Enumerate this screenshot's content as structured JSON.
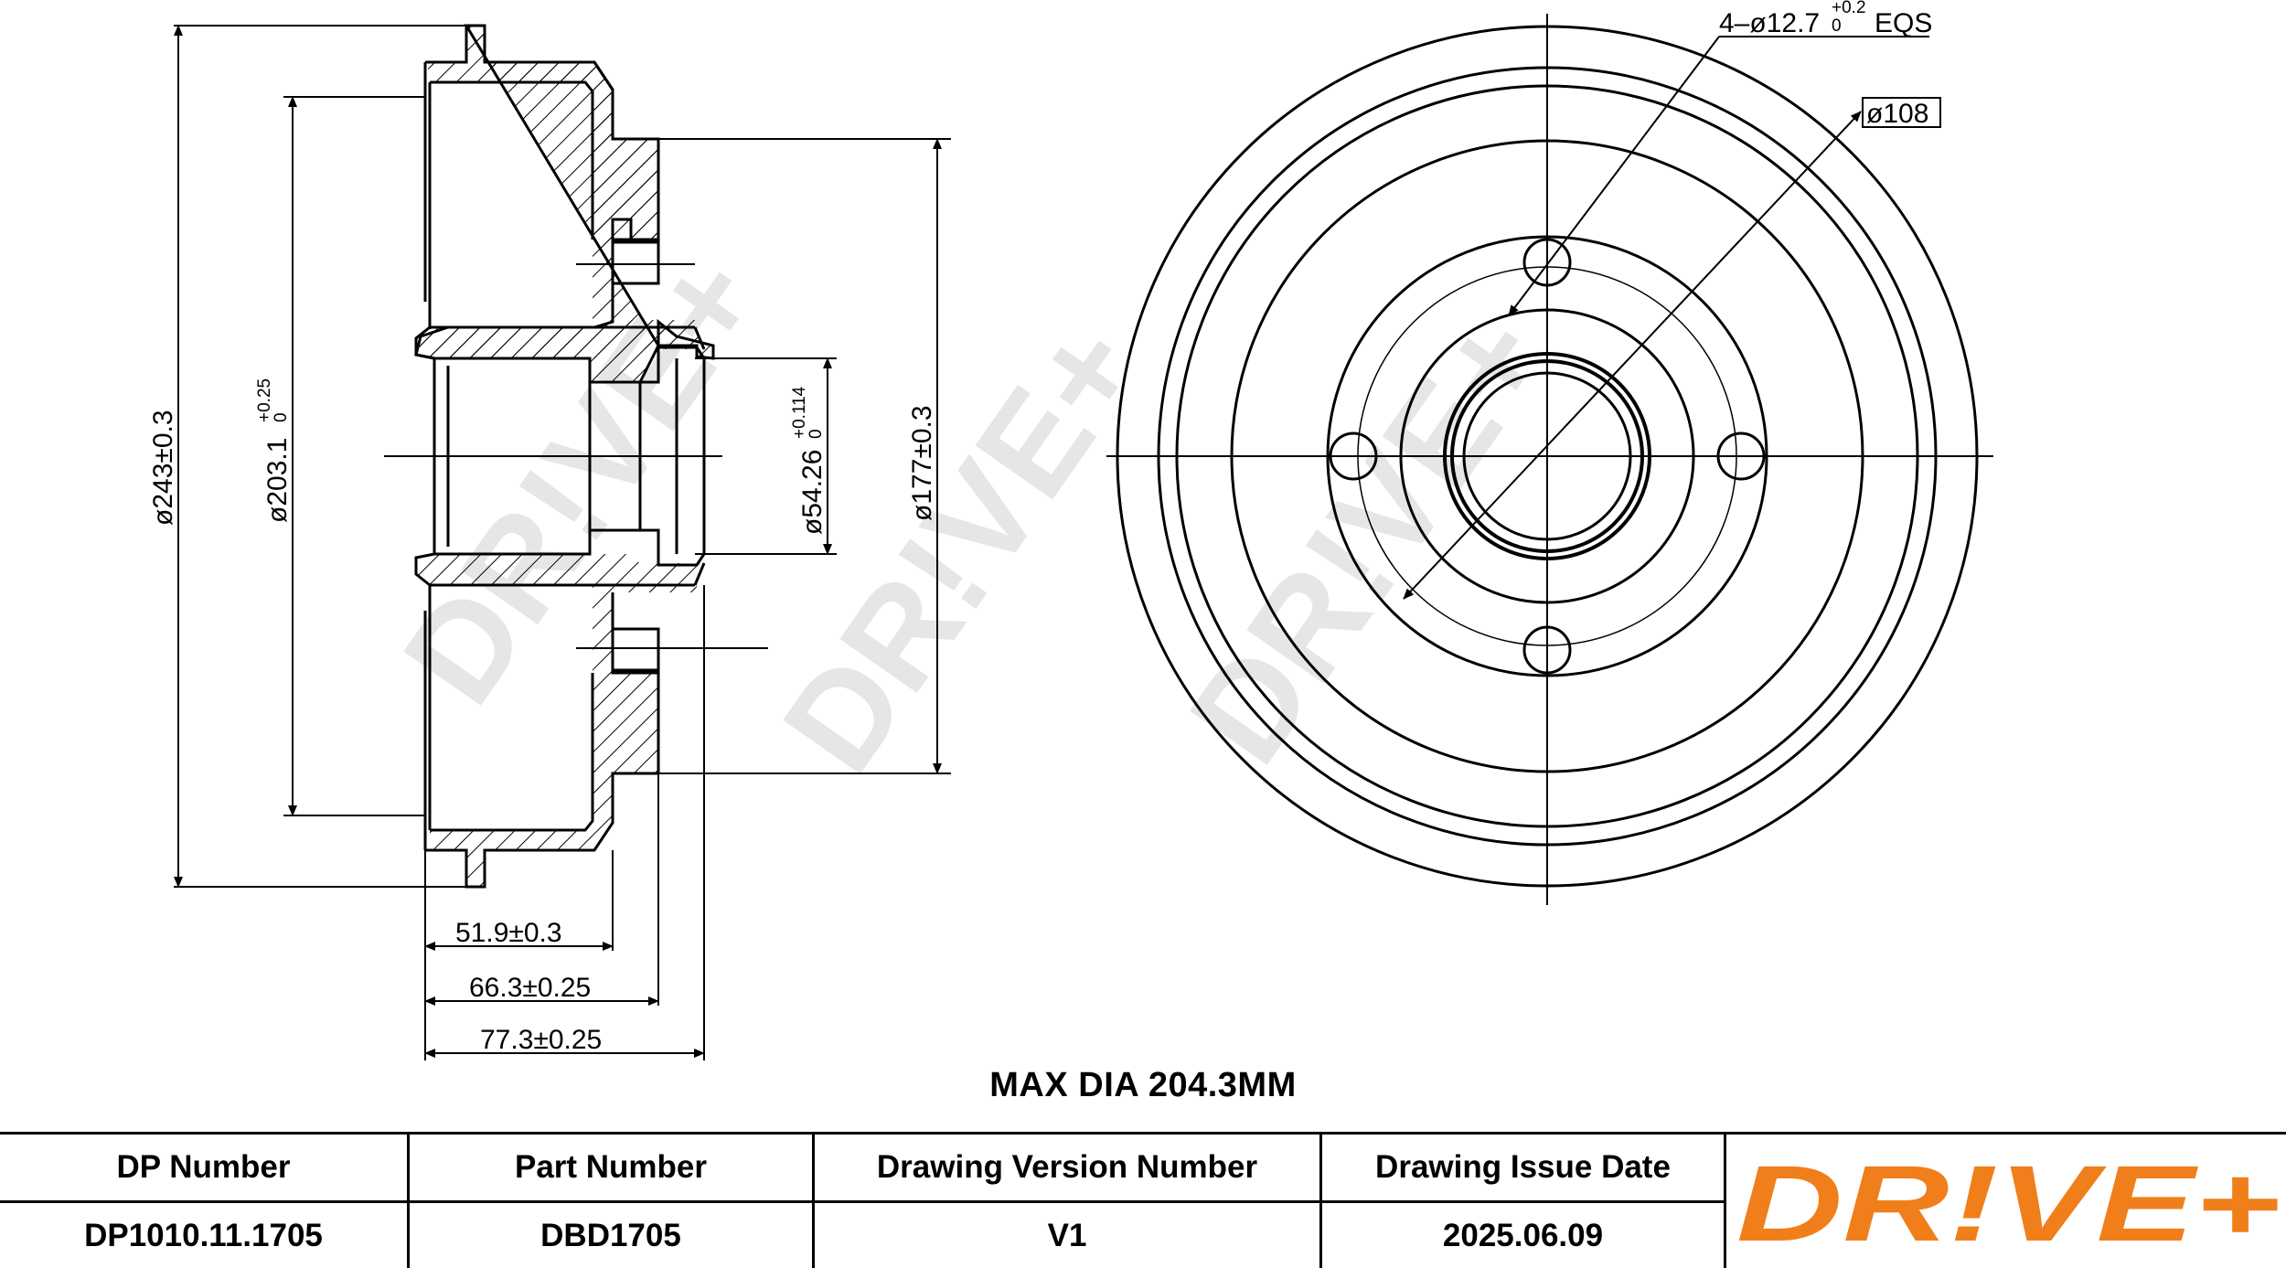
{
  "watermark": "DR!VE+",
  "dimensions": {
    "outer_dia": "ø243±0.3",
    "inner_dia": "ø203.1",
    "inner_dia_tol_upper": "+0.25",
    "inner_dia_tol_lower": "0",
    "hub_dia": "ø177±0.3",
    "center_bore": "ø54.26",
    "center_bore_tol_upper": "+0.114",
    "center_bore_tol_lower": "0",
    "depth_1": "51.9±0.3",
    "depth_2": "66.3±0.25",
    "depth_3": "77.3±0.25",
    "holes": "4–ø12.7",
    "holes_tol_upper": "+0.2",
    "holes_tol_lower": "0",
    "holes_suffix": "EQS",
    "pcd": "ø108"
  },
  "max_dia": "MAX DIA 204.3MM",
  "table": {
    "headers": [
      "DP Number",
      "Part Number",
      "Drawing Version Number",
      "Drawing Issue Date"
    ],
    "values": [
      "DP1010.11.1705",
      "DBD1705",
      "V1",
      "2025.06.09"
    ]
  },
  "logo": {
    "text": "DR!VE+",
    "color": "#f07f1b"
  }
}
